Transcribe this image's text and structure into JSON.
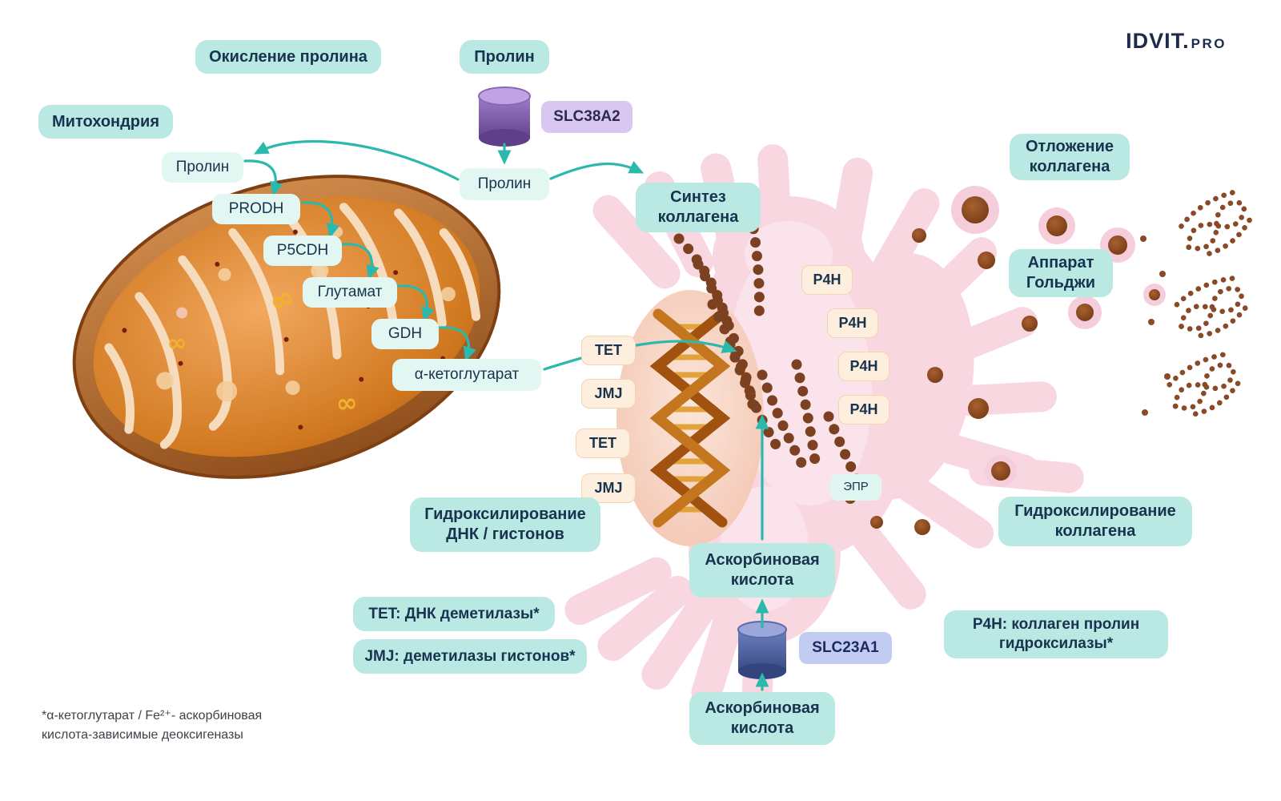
{
  "logo": {
    "main": "IDVIT.",
    "suffix": "PRO"
  },
  "labels": {
    "oxidation_title": "Окисление пролина",
    "prolin_top": "Пролин",
    "slc38a2": "SLC38A2",
    "mitochondria": "Митохондрия",
    "prolin_mito": "Пролин",
    "prodh": "PRODH",
    "p5cdh": "P5CDH",
    "glutamate": "Глутамат",
    "gdh": "GDH",
    "akg": "α-кетоглутарат",
    "prolin_center": "Пролин",
    "collagen_synthesis": "Синтез коллагена",
    "tet1": "TET",
    "jmj1": "JMJ",
    "tet2": "TET",
    "jmj2": "JMJ",
    "dna_hydroxylation": "Гидроксилирование ДНК / гистонов",
    "p4h_1": "P4H",
    "p4h_2": "P4H",
    "p4h_3": "P4H",
    "p4h_4": "P4H",
    "epr": "ЭПР",
    "collagen_deposition": "Отложение коллагена",
    "golgi": "Аппарат Гольджи",
    "collagen_hydroxylation": "Гидроксилирование коллагена",
    "ascorbic_upper": "Аскорбиновая кислота",
    "slc23a1": "SLC23A1",
    "ascorbic_lower": "Аскорбиновая кислота",
    "tet_legend": "TET: ДНК деметилазы*",
    "jmj_legend": "JMJ: деметилазы гистонов*",
    "p4h_legend": "P4H: коллаген пролин гидроксилазы*"
  },
  "footnote": {
    "line1": "*α-кетоглутарат / Fe²⁺- аскорбиновая",
    "line2": "кислота-зависимые деоксигеназы"
  },
  "colors": {
    "accent_teal": "#2cb9ad",
    "box_teal": "#b9e9e2",
    "box_light": "#e2f7f2",
    "box_cream": "#fdeedd",
    "box_lavender": "#d9c7f1",
    "box_periwinkle": "#c2ccf2",
    "text": "#17334f",
    "mito_brown": "#a0571f",
    "er_pink": "#f8d7e1",
    "dna_orange": "#c4761f",
    "collagen_brown": "#7c4120"
  }
}
